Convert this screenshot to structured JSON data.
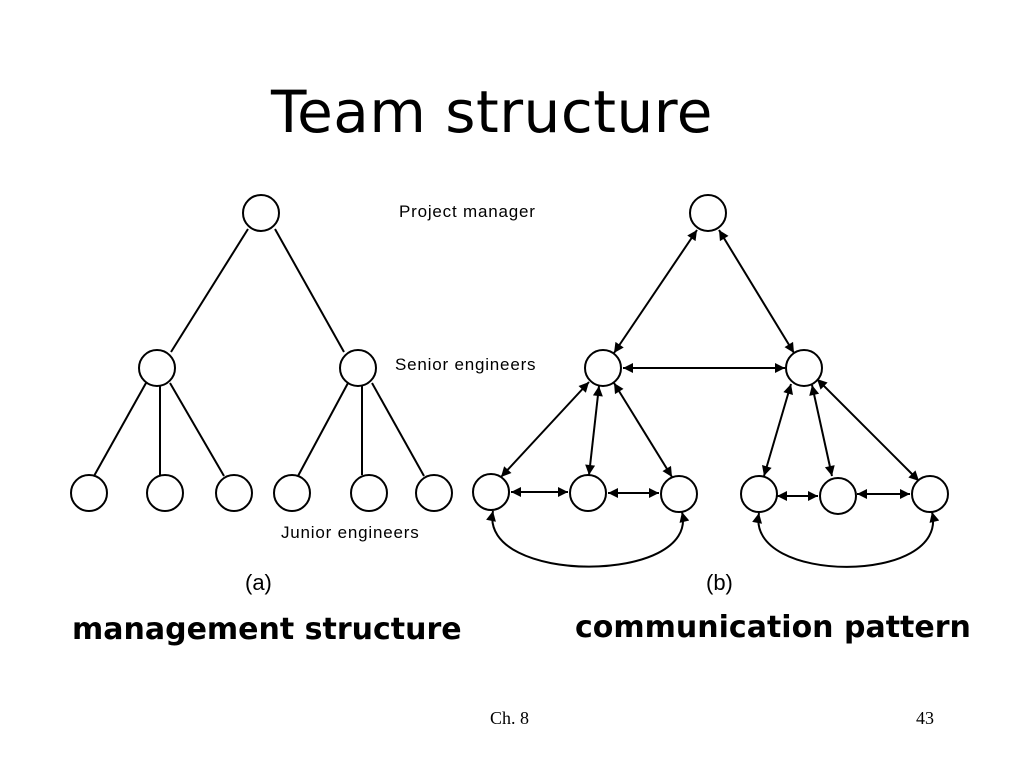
{
  "slide": {
    "title": "Team structure",
    "labels": {
      "project_manager": "Project manager",
      "senior_engineers": "Senior engineers",
      "junior_engineers": "Junior engineers"
    },
    "panel_a": {
      "caption": "(a)",
      "subtitle": "management structure"
    },
    "panel_b": {
      "caption": "(b)",
      "subtitle": "communication pattern"
    },
    "footer": {
      "chapter": "Ch. 8",
      "page": "43"
    }
  }
}
